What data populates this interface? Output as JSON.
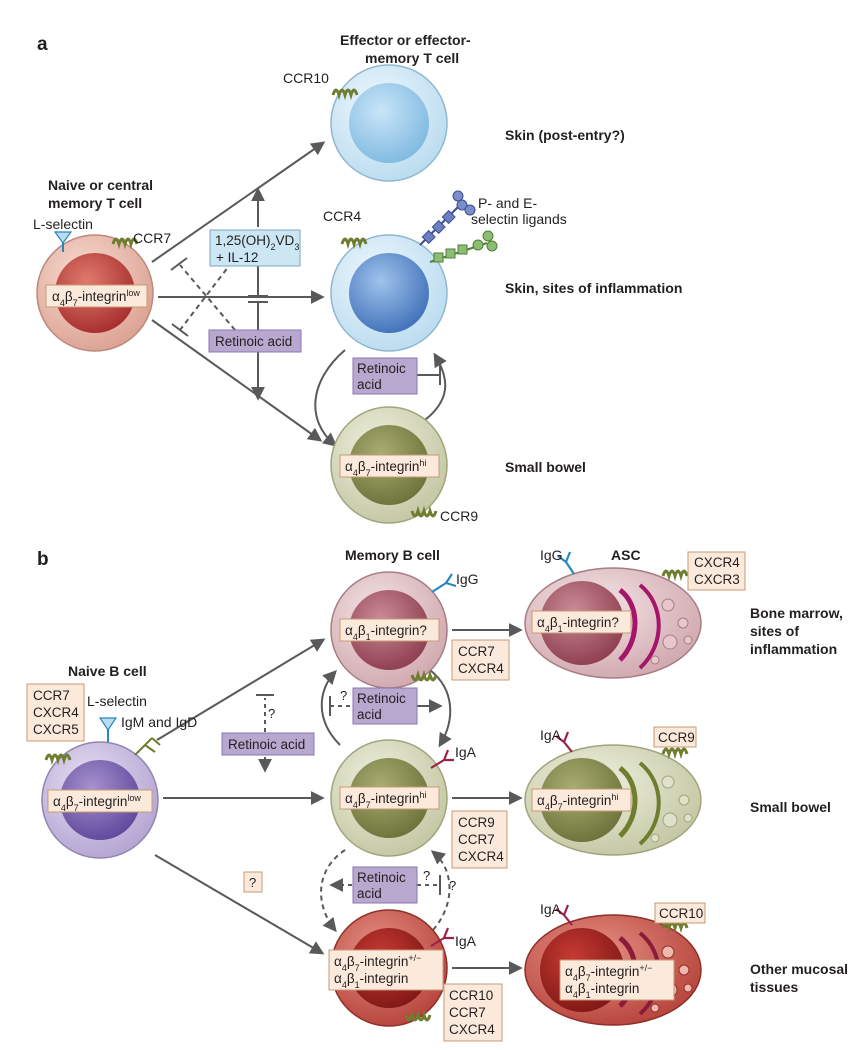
{
  "colors": {
    "arrow": "#58595b",
    "lilac_box": "#b8a8cf",
    "lilac_border": "#8a78ad",
    "blue_box": "#cde6f3",
    "beige_box": "#fbeadb",
    "beige_border": "#c69a74",
    "receptor_green": "#6f7d2e",
    "receptor_pink": "#9b2149",
    "receptor_blue": "#2a86be",
    "asc_band": "#a5166a"
  },
  "panel_a": {
    "label": "a",
    "naive_cell_title": [
      "Naive or central",
      "memory T cell"
    ],
    "l_selectin": "L-selectin",
    "ccr7": "CCR7",
    "naive_integrin": {
      "base": "α",
      "s1": "4",
      "mid": "β",
      "s2": "7",
      "tail": "-integrin",
      "sup": "low"
    },
    "effector_title": [
      "Effector or effector-",
      "memory T cell"
    ],
    "ccr10": "CCR10",
    "ccr4": "CCR4",
    "selectin_ligands": [
      "P- and E-",
      "selectin ligands"
    ],
    "vitd_box": {
      "line1_a": "1,25(OH)",
      "line1_sub1": "2",
      "line1_b": "VD",
      "line1_sub2": "3",
      "line2": "+ IL-12"
    },
    "retinoic_acid": "Retinoic acid",
    "retinoic_split": [
      "Retinoic",
      "acid"
    ],
    "gut_integrin": {
      "base": "α",
      "s1": "4",
      "mid": "β",
      "s2": "7",
      "tail": "-integrin",
      "sup": "hi"
    },
    "ccr9": "CCR9",
    "destinations": [
      "Skin (post-entry?)",
      "Skin, sites of inflammation",
      "Small bowel"
    ]
  },
  "panel_b": {
    "label": "b",
    "naive_b_title": "Naive B cell",
    "naive_receptors": [
      "CCR7",
      "CXCR4",
      "CXCR5"
    ],
    "l_selectin": "L-selectin",
    "igm_igd": "IgM and IgD",
    "naive_integrin": {
      "base": "α",
      "s1": "4",
      "mid": "β",
      "s2": "7",
      "tail": "-integrin",
      "sup": "low"
    },
    "memory_title": "Memory B cell",
    "igg": "IgG",
    "iga": "IgA",
    "asc": "ASC",
    "top_integrin": {
      "base": "α",
      "s1": "4",
      "mid": "β",
      "s2": "1",
      "tail": "-integrin?"
    },
    "mid_integrin": {
      "base": "α",
      "s1": "4",
      "mid": "β",
      "s2": "7",
      "tail": "-integrin",
      "sup": "hi"
    },
    "bottom_integrin": {
      "line1": {
        "base": "α",
        "s1": "4",
        "mid": "β",
        "s2": "7",
        "tail": "-integrin",
        "sup": "+/−"
      },
      "line2": {
        "base": "α",
        "s1": "4",
        "mid": "β",
        "s2": "1",
        "tail": "-integrin"
      }
    },
    "top_receptors": [
      "CCR7",
      "CXCR4"
    ],
    "mid_receptors": [
      "CCR9",
      "CCR7",
      "CXCR4"
    ],
    "bottom_receptors": [
      "CCR10",
      "CCR7",
      "CXCR4"
    ],
    "asc_top_receptors": [
      "CXCR4",
      "CXCR3"
    ],
    "asc_mid_receptor": "CCR9",
    "asc_bottom_receptor": "CCR10",
    "retinoic_acid": "Retinoic acid",
    "retinoic_split": [
      "Retinoic",
      "acid"
    ],
    "question": "?",
    "destinations": [
      [
        "Bone marrow,",
        "sites of",
        "inflammation"
      ],
      [
        "Small bowel"
      ],
      [
        "Other mucosal",
        "tissues"
      ]
    ]
  }
}
